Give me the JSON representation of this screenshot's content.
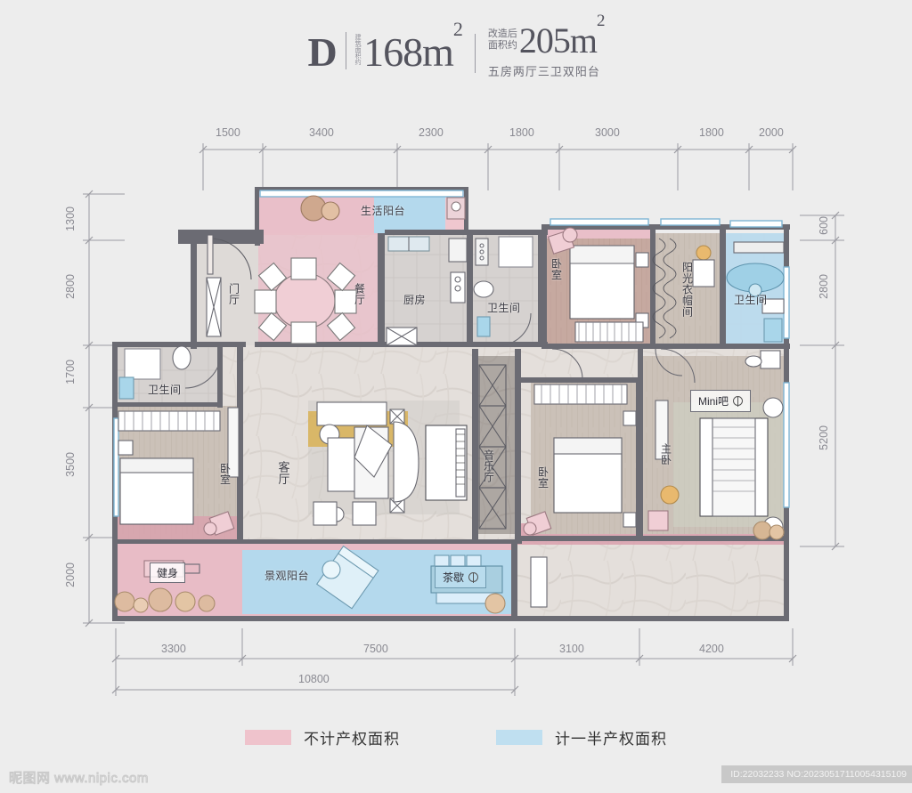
{
  "title": {
    "letter": "D",
    "micro_vertical": "建筑面积约",
    "area": "168m",
    "area_sup": "2",
    "right_prefix_line1": "改造后",
    "right_prefix_line2": "面积约",
    "area2": "205m",
    "area2_sup": "2",
    "subtitle": "五房两厅三卫双阳台"
  },
  "dimensions": {
    "top": [
      "1500",
      "3400",
      "2300",
      "1800",
      "3000",
      "1800",
      "2000"
    ],
    "left": [
      "1300",
      "2800",
      "1700",
      "3500",
      "2000"
    ],
    "right": [
      "600",
      "2800",
      "5200"
    ],
    "bottom": [
      "3300",
      "7500",
      "3100",
      "4200"
    ],
    "bottom_total": "10800"
  },
  "rooms": [
    {
      "name": "life-balcony",
      "label": "生活阳台"
    },
    {
      "name": "entry-hall",
      "label": "门厅"
    },
    {
      "name": "dining-room",
      "label": "餐厅"
    },
    {
      "name": "kitchen",
      "label": "厨房"
    },
    {
      "name": "bathroom-mid",
      "label": "卫生间"
    },
    {
      "name": "bedroom-top-right",
      "label": "卧室"
    },
    {
      "name": "sunlit-closet",
      "label": "阳光衣帽间"
    },
    {
      "name": "bathroom-master",
      "label": "卫生间"
    },
    {
      "name": "bathroom-left",
      "label": "卫生间"
    },
    {
      "name": "bedroom-left",
      "label": "卧室"
    },
    {
      "name": "living-room",
      "label": "客厅"
    },
    {
      "name": "music-hall",
      "label": "音乐厅"
    },
    {
      "name": "bedroom-right",
      "label": "卧室"
    },
    {
      "name": "master-bedroom",
      "label": "主卧"
    },
    {
      "name": "view-balcony",
      "label": "景观阳台"
    }
  ],
  "tags": {
    "mini_bar": "Mini吧",
    "fitness": "健身",
    "tea_break": "茶歇"
  },
  "legend": [
    {
      "name": "no-property-area",
      "label": "不计产权面积",
      "color": "#efc3cc"
    },
    {
      "name": "half-property-area",
      "label": "计一半产权面积",
      "color": "#bfdff0"
    }
  ],
  "footer": {
    "watermark": "昵图网 www.nipic.com",
    "id_text": "ID:22032233 NO:20230517110054315109"
  },
  "palette": {
    "background": "#ededed",
    "pink": "#e7b9c3",
    "blue": "#b4d9ed",
    "wall": "#6b6b73",
    "floor_light": "#e2ddda",
    "floor_wood": "#c8b6aa",
    "dim_line": "#9b9ba2"
  }
}
